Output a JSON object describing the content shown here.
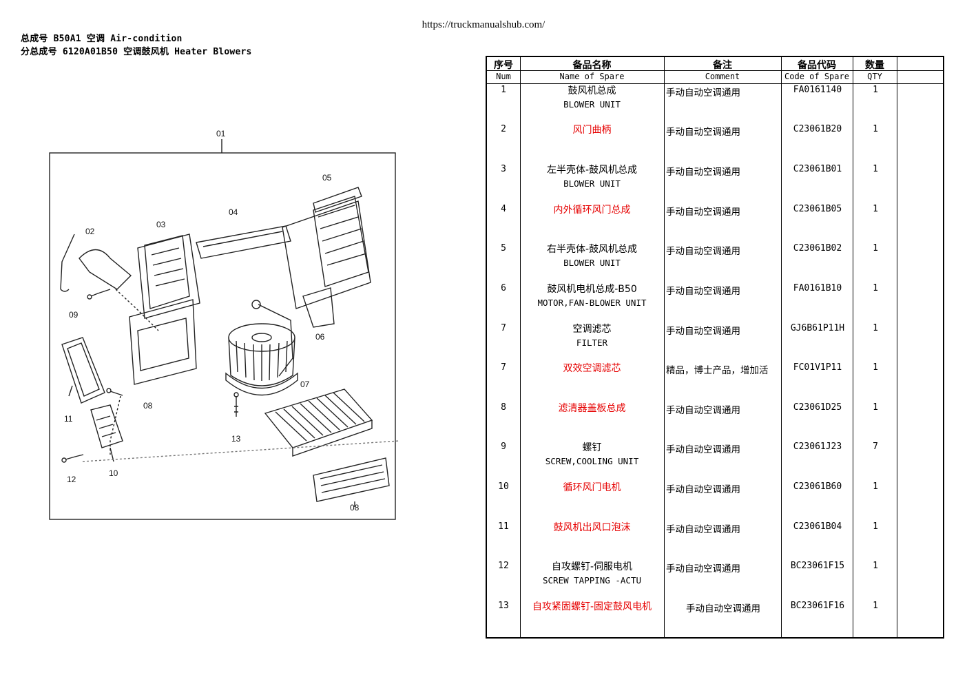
{
  "url": "https://truckmanualshub.com/",
  "header": {
    "line1": "总成号 B50A1 空调 Air-condition",
    "line2": "分总成号 6120A01B50  空调鼓风机 Heater Blowers"
  },
  "diagram": {
    "labels": [
      "01",
      "02",
      "03",
      "04",
      "05",
      "06",
      "07",
      "08",
      "09",
      "08",
      "10",
      "11",
      "12",
      "13"
    ]
  },
  "table": {
    "headers_zh": [
      "序号",
      "备品名称",
      "备注",
      "备品代码",
      "数量"
    ],
    "headers_en": [
      "Num",
      "Name of Spare",
      "Comment",
      "Code of Spare",
      "QTY"
    ],
    "rows": [
      {
        "num": "1",
        "name_zh": "鼓风机总成",
        "name_en": "BLOWER UNIT",
        "comment": "手动自动空调通用",
        "code": "FA0161140",
        "qty": "1"
      },
      {
        "num": "2",
        "name_zh": "风门曲柄",
        "name_en": "",
        "comment": "手动自动空调通用",
        "code": "C23061B20",
        "qty": "1"
      },
      {
        "num": "3",
        "name_zh": "左半壳体-鼓风机总成",
        "name_en": "BLOWER  UNIT",
        "comment": "手动自动空调通用",
        "code": "C23061B01",
        "qty": "1"
      },
      {
        "num": "4",
        "name_zh": "内外循环风门总成",
        "name_en": "",
        "comment": "手动自动空调通用",
        "code": "C23061B05",
        "qty": "1"
      },
      {
        "num": "5",
        "name_zh": "右半壳体-鼓风机总成",
        "name_en": "BLOWER  UNIT",
        "comment": "手动自动空调通用",
        "code": "C23061B02",
        "qty": "1"
      },
      {
        "num": "6",
        "name_zh": "鼓风机电机总成-B50",
        "name_en": "MOTOR,FAN-BLOWER UNIT",
        "comment": "手动自动空调通用",
        "code": "FA0161B10",
        "qty": "1"
      },
      {
        "num": "7",
        "name_zh": "空调滤芯",
        "name_en": "FILTER",
        "comment": "手动自动空调通用",
        "code": "GJ6B61P11H",
        "qty": "1"
      },
      {
        "num": "7",
        "name_zh": "双效空调滤芯",
        "name_en": "",
        "comment": "精品，博士产品，增加活",
        "code": "FC01V1P11",
        "qty": "1"
      },
      {
        "num": "8",
        "name_zh": "滤清器盖板总成",
        "name_en": "",
        "comment": "手动自动空调通用",
        "code": "C23061D25",
        "qty": "1"
      },
      {
        "num": "9",
        "name_zh": "螺钉",
        "name_en": "SCREW,COOLING UNIT",
        "comment": "手动自动空调通用",
        "code": "C23061J23",
        "qty": "7"
      },
      {
        "num": "10",
        "name_zh": "循环风门电机",
        "name_en": "",
        "comment": "手动自动空调通用",
        "code": "C23061B60",
        "qty": "1"
      },
      {
        "num": "11",
        "name_zh": "鼓风机出风口泡沫",
        "name_en": "",
        "comment": "手动自动空调通用",
        "code": "C23061B04",
        "qty": "1"
      },
      {
        "num": "12",
        "name_zh": "自攻螺钉-伺服电机",
        "name_en": "SCREW  TAPPING -ACTU",
        "comment": "手动自动空调通用",
        "code": "BC23061F15",
        "qty": "1"
      },
      {
        "num": "13",
        "name_zh": "自攻紧固螺钉-固定鼓风电机",
        "name_en": "",
        "comment": "手动自动空调通用",
        "code": "BC23061F16",
        "qty": "1"
      }
    ]
  },
  "colors": {
    "highlight": "#e60000",
    "line": "#000000"
  }
}
